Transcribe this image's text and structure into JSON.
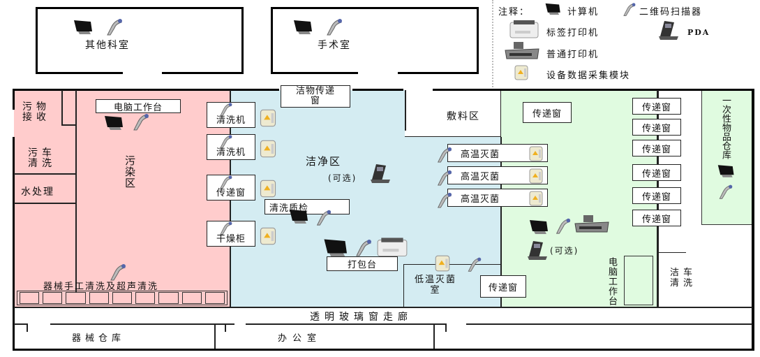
{
  "legend": {
    "prefix": "注释：",
    "computer": "计算机",
    "scanner": "二维码扫描器",
    "label_printer": "标签打印机",
    "pda": "PDA",
    "printer": "普通打印机",
    "data_module": "设备数据采集模块"
  },
  "rooms_top": {
    "other_dept": "其他科室",
    "operating_room": "手术室"
  },
  "dirty_zone": {
    "title": "污染区",
    "waste_receive": "污物接收",
    "dirty_cart_wash": "污车清洗",
    "water_treatment": "水处理",
    "computer_desk": "电脑工作台",
    "manual_wash": "器械手工清洗及超声清洗",
    "sink_count": 9
  },
  "clean_zone": {
    "title": "洁净区",
    "optional": "(可选)",
    "clean_pass_window": "洁物传递窗",
    "washer_1": "清洗机",
    "washer_2": "清洗机",
    "pass_window": "传递窗",
    "dryer": "干燥柜",
    "quality_check": "清洗质检",
    "packing": "打包台",
    "low_temp_sterile": "低温灭菌室",
    "dressing_area": "敷料区"
  },
  "sterile_zone": {
    "autoclave_1": "高温灭菌",
    "autoclave_2": "高温灭菌",
    "autoclave_3": "高温灭菌",
    "pass_window_top": "传递窗",
    "pass_window_low": "传递窗",
    "optional": "(可选)",
    "computer_desk": "电脑工作台",
    "pass_windows": [
      "传递窗",
      "传递窗",
      "传递窗",
      "传递窗",
      "传递窗",
      "传递窗"
    ]
  },
  "right_side": {
    "disposables_store": "一次性物品仓库",
    "clean_cart_wash": "洁车清洗"
  },
  "bottom": {
    "corridor": "透明玻璃窗走廊",
    "instrument_store": "器械仓库",
    "office": "办公室"
  },
  "colors": {
    "dirty": "#ffcccc",
    "clean": "#d4ecf2",
    "sterile": "#e0fbe0"
  }
}
